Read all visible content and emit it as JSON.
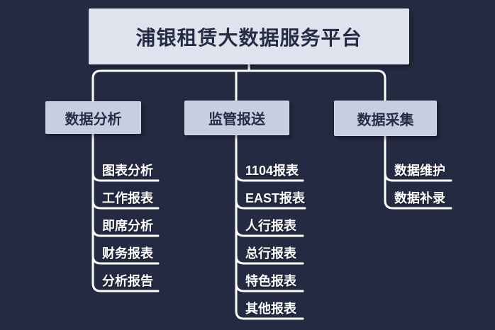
{
  "root": {
    "label": "浦银租赁大数据服务平台"
  },
  "branches": [
    {
      "label": "数据分析",
      "children": [
        "图表分析",
        "工作报表",
        "即席分析",
        "财务报表",
        "分析报告"
      ]
    },
    {
      "label": "监管报送",
      "children": [
        "1104报表",
        "EAST报表",
        "人行报表",
        "总行报表",
        "特色报表",
        "其他报表"
      ]
    },
    {
      "label": "数据采集",
      "children": [
        "数据维护",
        "数据补录"
      ]
    }
  ],
  "colors": {
    "background": "#252a43",
    "root_fill": "#dee3ee",
    "branch_fill": "#c6cfe0",
    "connector_line": "#ffffff",
    "box_text": "#272c46",
    "leaf_text": "#ffffff"
  }
}
